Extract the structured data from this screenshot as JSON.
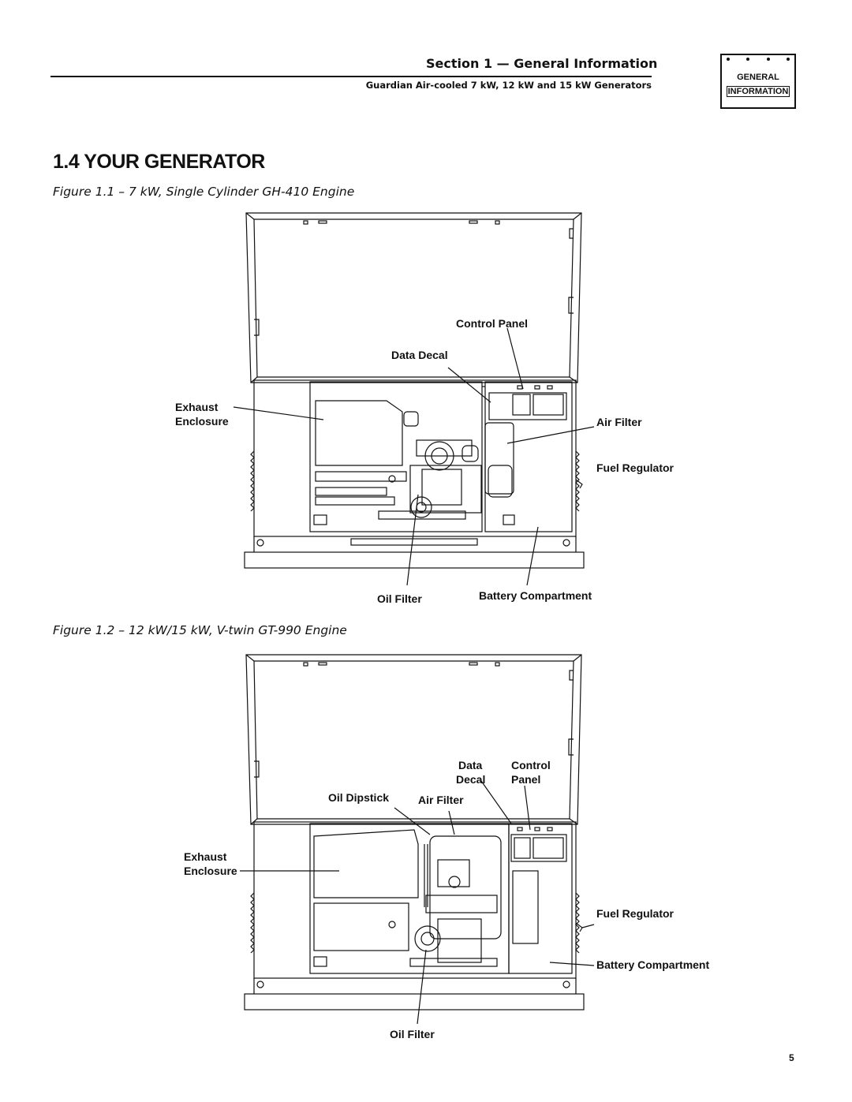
{
  "header": {
    "section": "Section 1 — General Information",
    "subtitle": "Guardian Air-cooled 7 kW, 12 kW and 15 kW Generators",
    "tab_line1": "GENERAL",
    "tab_line2": "INFORMATION"
  },
  "title": "1.4 YOUR GENERATOR",
  "figure1": {
    "caption": "Figure 1.1 – 7 kW, Single Cylinder GH-410 Engine",
    "labels": {
      "control_panel": "Control Panel",
      "data_decal": "Data Decal",
      "exhaust": "Exhaust",
      "enclosure": "Enclosure",
      "air_filter": "Air Filter",
      "fuel_regulator": "Fuel Regulator",
      "oil_filter": "Oil Filter",
      "battery_compartment": "Battery Compartment"
    }
  },
  "figure2": {
    "caption": "Figure 1.2 – 12 kW/15 kW, V-twin GT-990 Engine",
    "labels": {
      "data": "Data",
      "decal": "Decal",
      "control": "Control",
      "panel": "Panel",
      "oil_dipstick": "Oil Dipstick",
      "air_filter": "Air Filter",
      "exhaust": "Exhaust",
      "enclosure": "Enclosure",
      "fuel_regulator": "Fuel Regulator",
      "battery_compartment": "Battery Compartment",
      "oil_filter": "Oil Filter"
    }
  },
  "page_number": "5"
}
